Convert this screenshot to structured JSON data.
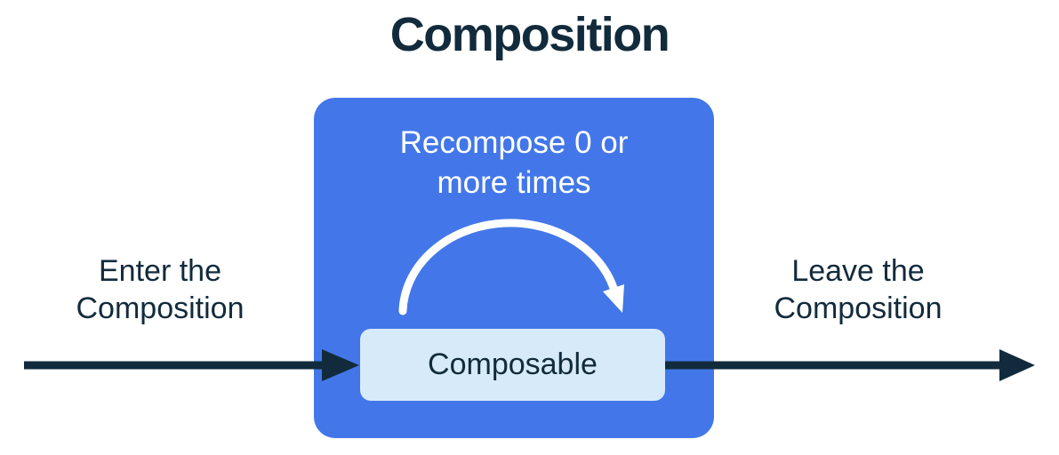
{
  "diagram": {
    "title": "Composition",
    "composition_box": {
      "recompose_label_line1": "Recompose 0 or",
      "recompose_label_line2": "more times"
    },
    "composable_box": {
      "label": "Composable"
    },
    "enter_label": {
      "line1": "Enter the",
      "line2": "Composition"
    },
    "leave_label": {
      "line1": "Leave the",
      "line2": "Composition"
    },
    "icons": {
      "enter_arrow": "right-arrow-icon",
      "leave_arrow": "right-arrow-icon",
      "recompose_arc": "curved-loop-arrow-icon"
    },
    "colors": {
      "composition_fill": "#4377E9",
      "composable_fill": "#D7EAFA",
      "text_dark": "#122B3C",
      "text_light": "#FFFFFF",
      "arrow_dark": "#122B3C",
      "arc_white": "#FFFFFF",
      "background": "#FFFFFF"
    }
  }
}
